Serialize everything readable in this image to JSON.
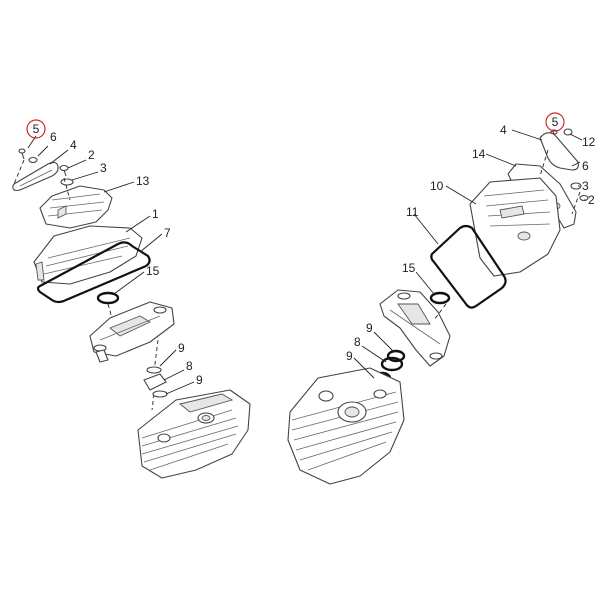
{
  "colors": {
    "line": "#444444",
    "label": "#222222",
    "highlight": "#d8232a"
  },
  "callouts": {
    "left": {
      "c5": "5",
      "c6": "6",
      "c4": "4",
      "c2": "2",
      "c3": "3",
      "c13": "13",
      "c1": "1",
      "c7": "7",
      "c15": "15",
      "c9a": "9",
      "c8": "8",
      "c9b": "9"
    },
    "right": {
      "c4": "4",
      "c5": "5",
      "c12": "12",
      "c14": "14",
      "c6": "6",
      "c10": "10",
      "c3": "3",
      "c2": "2",
      "c11": "11",
      "c15": "15",
      "c9a": "9",
      "c8": "8",
      "c9b": "9"
    }
  },
  "highlighted_callout": "5"
}
